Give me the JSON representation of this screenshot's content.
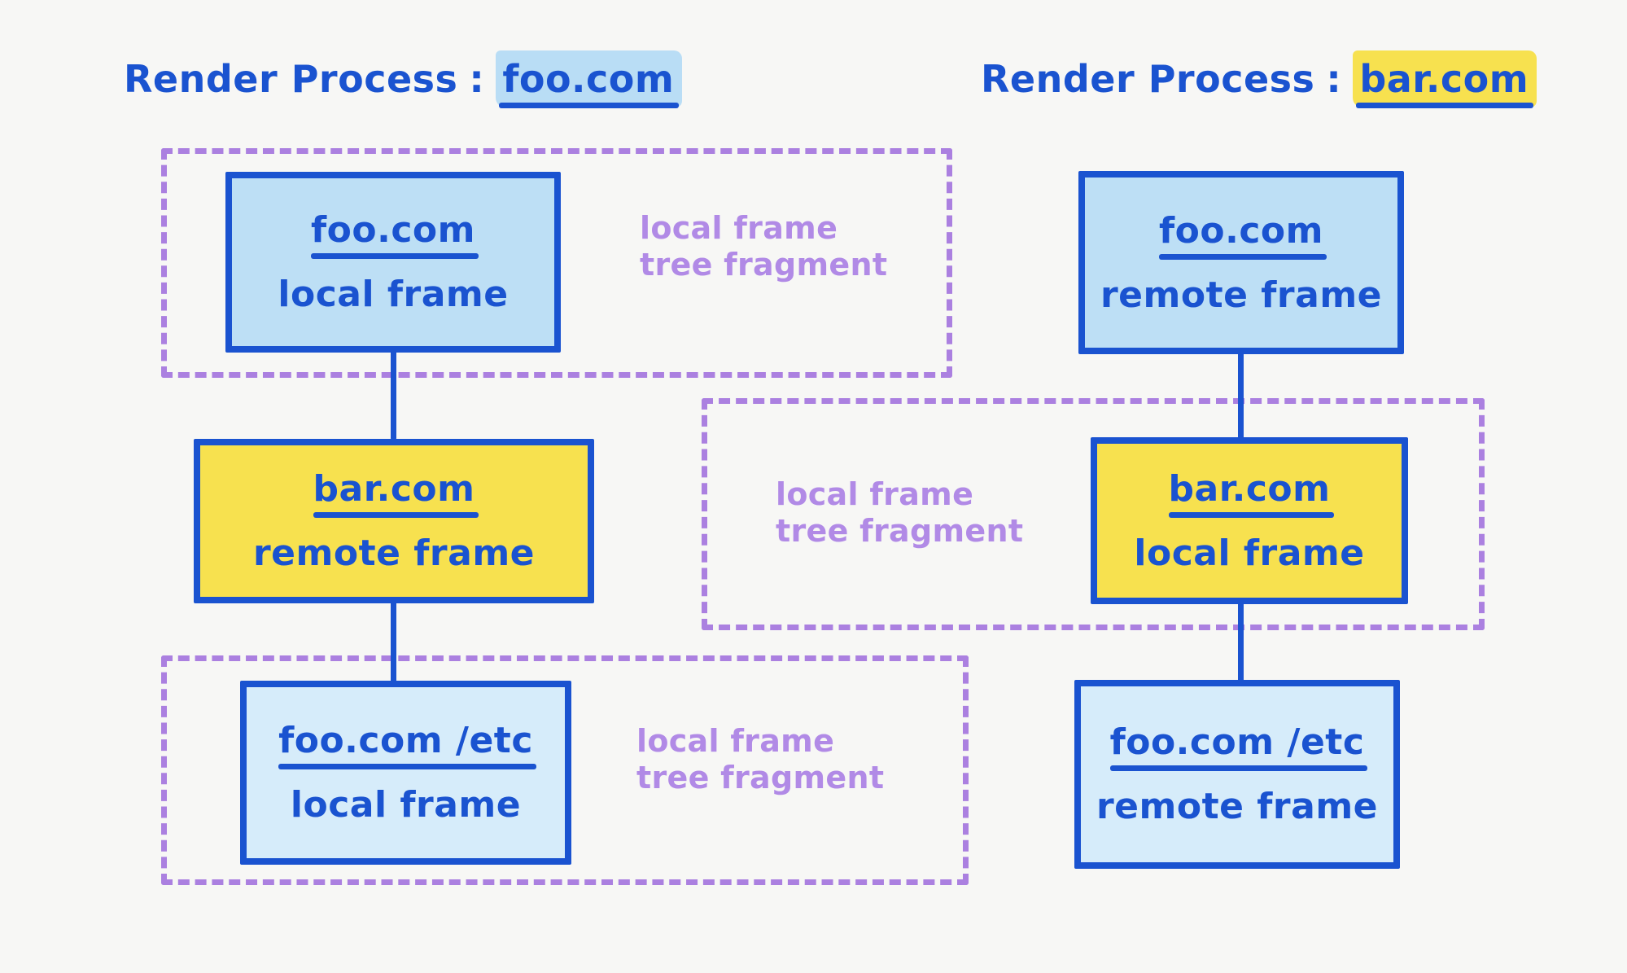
{
  "background_color": "#f7f7f5",
  "accent_colors": {
    "ink_blue": "#1a53d0",
    "frame_blue_fill": "#bddff5",
    "frame_lightblue_fill": "#d6ecfa",
    "frame_yellow_fill": "#f7e14f",
    "fragment_purple": "#ab80e0",
    "caption_purple": "#b18ae6",
    "highlight_blue": "#b9ddf5",
    "highlight_yellow": "#f7e14f"
  },
  "processes": [
    {
      "id": "left",
      "prefix": "Render Process",
      "separator": ":",
      "origin": "foo.com",
      "highlight": "blue"
    },
    {
      "id": "right",
      "prefix": "Render Process",
      "separator": ":",
      "origin": "bar.com",
      "highlight": "yellow"
    }
  ],
  "left_column": {
    "frames": [
      {
        "origin": "foo.com",
        "kind": "local frame",
        "fill": "blue"
      },
      {
        "origin": "bar.com",
        "kind": "remote frame",
        "fill": "yellow"
      },
      {
        "origin": "foo.com /etc",
        "kind": "local frame",
        "fill": "lightblue"
      }
    ],
    "fragments": [
      {
        "caption": "local frame\ntree fragment"
      },
      {
        "caption": "local frame\ntree fragment"
      }
    ]
  },
  "right_column": {
    "frames": [
      {
        "origin": "foo.com",
        "kind": "remote frame",
        "fill": "blue"
      },
      {
        "origin": "bar.com",
        "kind": "local frame",
        "fill": "yellow"
      },
      {
        "origin": "foo.com /etc",
        "kind": "remote frame",
        "fill": "lightblue"
      }
    ]
  },
  "middle_fragment": {
    "caption": "local frame\ntree fragment"
  }
}
